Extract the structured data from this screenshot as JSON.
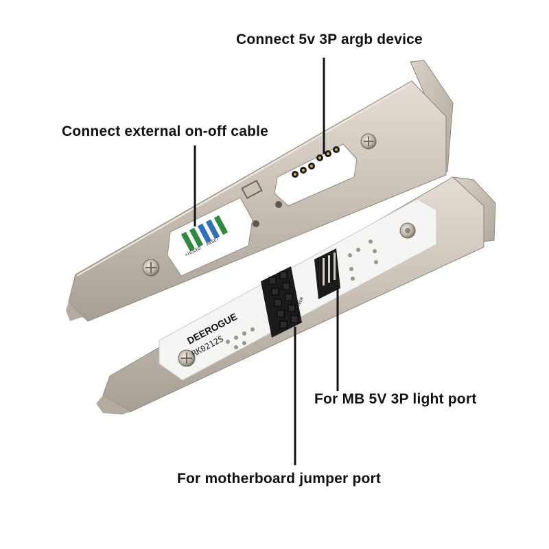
{
  "callouts": {
    "argb": "Connect 5v 3P argb device",
    "onoff": "Connect external on-off cable",
    "light": "For MB 5V 3P light port",
    "jumper": "For motherboard jumper port"
  },
  "board": {
    "brand": "DEEROGUE",
    "model": "RK0212S",
    "header_labels": [
      "+HDLED",
      "RESET",
      "POWER"
    ]
  },
  "colors": {
    "bracket": "#c9c2b8",
    "pcb": "#f4f4f2",
    "connector": "#1b1b1b",
    "pin_green": "#2e8b3e",
    "pin_blue": "#2f6fc0"
  }
}
